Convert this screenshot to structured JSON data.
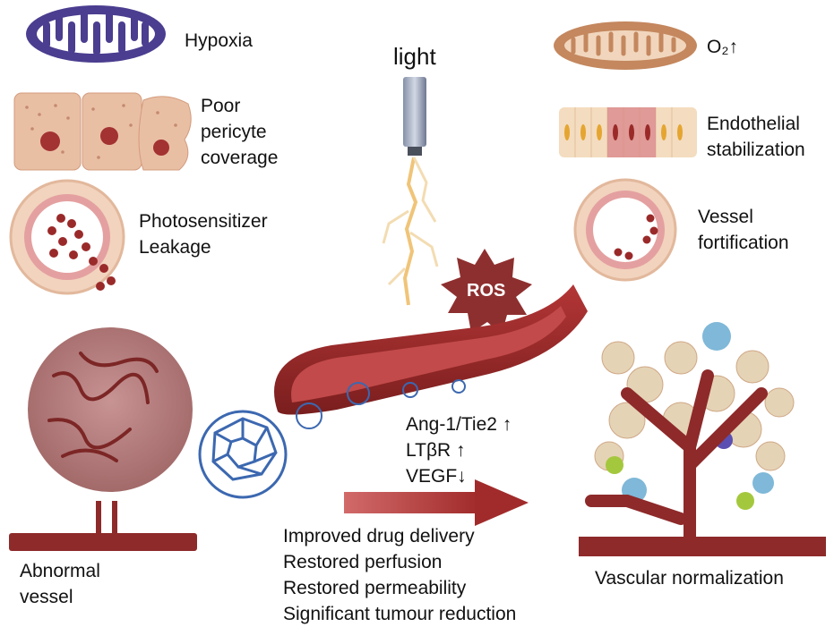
{
  "left_panel": {
    "hypoxia": "Hypoxia",
    "pericyte": "Poor\npericyte\ncoverage",
    "leakage": "Photosensitizer\nLeakage",
    "abnormal_vessel": "Abnormal\nvessel"
  },
  "center": {
    "light": "light",
    "ros": "ROS",
    "markers": "Ang-1/Tie2 ↑\nLTβR ↑\nVEGF↓",
    "outcomes": "Improved drug delivery\nRestored perfusion\nRestored permeability\nSignificant tumour reduction"
  },
  "right_panel": {
    "o2": "O₂↑",
    "endothelial": "Endothelial\nstabilization",
    "vessel": "Vessel\nfortification",
    "normalization": "Vascular normalization"
  },
  "colors": {
    "vessel_red": "#8e2a2a",
    "hypoxia_purple": "#4b3d8f",
    "ros_red": "#8e2f2f",
    "arrow_red": "#a12b2b",
    "fullerene_blue": "#3c68b0"
  }
}
